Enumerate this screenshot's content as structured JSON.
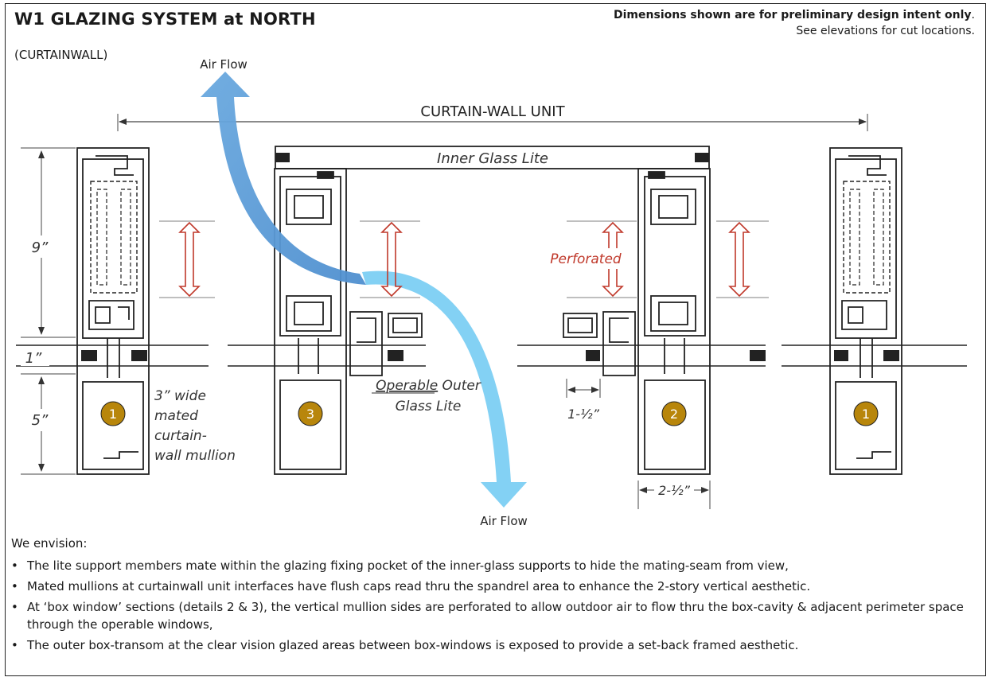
{
  "header": {
    "title": "W1 GLAZING SYSTEM at NORTH",
    "subtitle": "(CURTAINWALL)",
    "note_line1": "Dimensions shown are for preliminary design intent only",
    "note_line1_end": ".",
    "note_line2": "See elevations for cut locations."
  },
  "diagram": {
    "curtain_wall_label": "CURTAIN-WALL UNIT",
    "inner_glass_label": "Inner Glass Lite",
    "air_flow_top": "Air Flow",
    "air_flow_bottom": "Air Flow",
    "perforated_label": "Perforated",
    "operable_word": "Operable",
    "outer_word": " Outer",
    "glass_lite": "Glass Lite",
    "mullion_note": [
      "3” wide",
      "mated",
      "curtain-",
      "wall mullion"
    ],
    "dim_9": "9”",
    "dim_1": "1”",
    "dim_5": "5”",
    "dim_1_5": "1-½”",
    "dim_2_5": "2-½”",
    "detail_numbers": [
      "1",
      "3",
      "2",
      "1"
    ],
    "colors": {
      "air_flow_dark": "#5b9bd5",
      "air_flow_light": "#7ccff3",
      "detail_badge": "#b8860b",
      "perforated": "#c0392b"
    }
  },
  "notes": {
    "lead": "We envision:",
    "bullet": "•",
    "items": [
      "The lite support members mate within the glazing fixing pocket of the inner-glass supports to hide the mating-seam from view,",
      "Mated mullions at curtainwall unit interfaces have flush caps read thru the spandrel area to enhance the 2-story vertical aesthetic.",
      "At ‘box window’ sections (details 2 & 3), the vertical mullion sides are perforated to allow outdoor air to flow thru the box-cavity & adjacent perimeter space through the operable windows,",
      "The outer box-transom at the clear vision glazed areas between box-windows is exposed to provide a set-back framed aesthetic."
    ]
  }
}
